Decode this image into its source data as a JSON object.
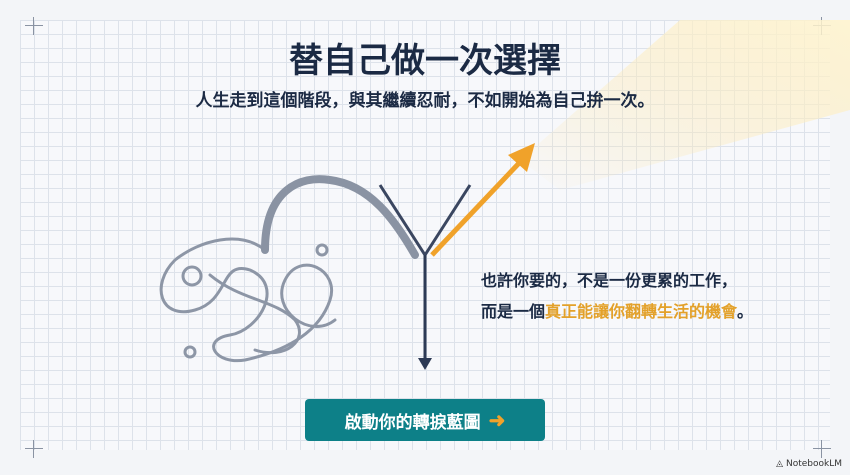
{
  "title": "替自己做一次選擇",
  "subtitle": "人生走到這個階段，與其繼續忍耐，不如開始為自己拚一次。",
  "message": {
    "line1": "也許你要的，不是一份更累的工作，",
    "line2_prefix": "而是一個",
    "line2_highlight": "真正能讓你翻轉生活的機會",
    "line2_suffix": "。"
  },
  "cta": {
    "label": "啟動你的轉捩藍圖",
    "icon": "arrow-right-icon"
  },
  "brand": "NotebookLM",
  "colors": {
    "accent": "#e3a12a",
    "button": "#0d8088",
    "text": "#1b2a44"
  }
}
